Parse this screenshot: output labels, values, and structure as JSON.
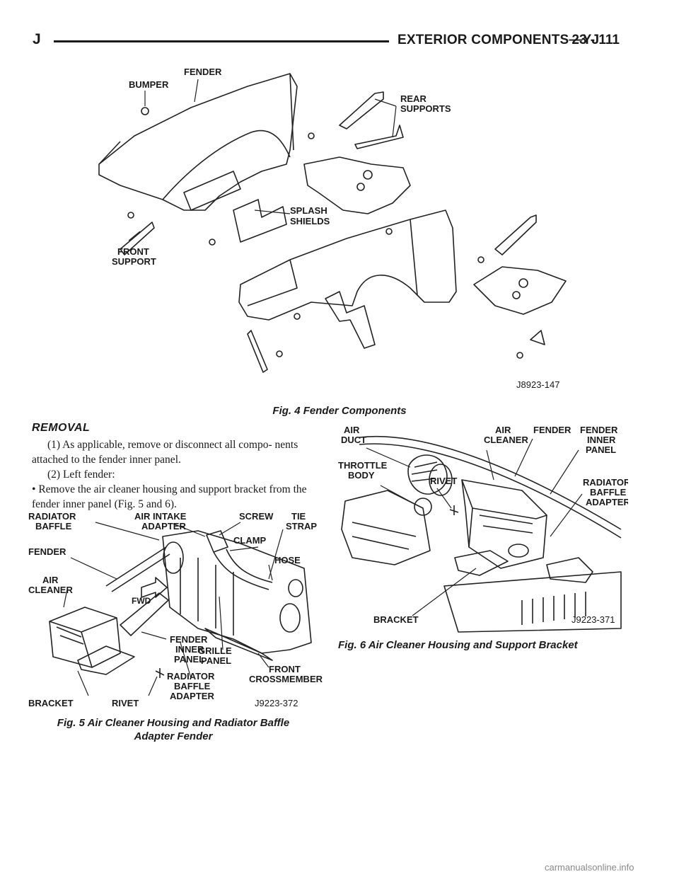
{
  "header": {
    "letter": "J",
    "title": "EXTERIOR COMPONENTS—YJ",
    "page": "23 - 111"
  },
  "fig4": {
    "labels": {
      "bumper": "BUMPER",
      "fender": "FENDER",
      "rear_1": "REAR",
      "rear_2": "SUPPORTS",
      "splash_1": "SPLASH",
      "splash_2": "SHIELDS",
      "front_1": "FRONT",
      "front_2": "SUPPORT",
      "code": "J8923-147"
    },
    "caption": "Fig. 4 Fender Components"
  },
  "removal": {
    "heading": "REMOVAL",
    "step1": "(1) As applicable, remove or disconnect all compo- nents attached to the fender inner panel.",
    "step2": "(2) Left fender:",
    "bullet_symbol": "•",
    "bullet": "Remove the air cleaner housing and support bracket from the fender inner panel (Fig. 5 and 6)."
  },
  "fig5": {
    "labels": {
      "rad_baffle_1": "RADIATOR",
      "rad_baffle_2": "BAFFLE",
      "air_intake_1": "AIR INTAKE",
      "air_intake_2": "ADAPTER",
      "screw": "SCREW",
      "tie_1": "TIE",
      "tie_2": "STRAP",
      "clamp": "CLAMP",
      "fender": "FENDER",
      "hose": "HOSE",
      "air_cl_1": "AIR",
      "air_cl_2": "CLEANER",
      "fwd": "FWD",
      "fip_1": "FENDER",
      "fip_2": "INNER",
      "fip_3": "PANEL",
      "grille_1": "GRILLE",
      "grille_2": "PANEL",
      "front_cm_1": "FRONT",
      "front_cm_2": "CROSSMEMBER",
      "rba_1": "RADIATOR",
      "rba_2": "BAFFLE",
      "rba_3": "ADAPTER",
      "bracket": "BRACKET",
      "rivet": "RIVET",
      "code": "J9223-372"
    },
    "caption_1": "Fig. 5 Air Cleaner Housing and Radiator Baffle",
    "caption_2": "Adapter Fender"
  },
  "fig6": {
    "labels": {
      "air_duct_1": "AIR",
      "air_duct_2": "DUCT",
      "air_cl_1": "AIR",
      "air_cl_2": "CLEANER",
      "fender": "FENDER",
      "fip_1": "FENDER",
      "fip_2": "INNER",
      "fip_3": "PANEL",
      "throttle_1": "THROTTLE",
      "throttle_2": "BODY",
      "rivet": "RIVET",
      "rba_1": "RADIATOR",
      "rba_2": "BAFFLE",
      "rba_3": "ADAPTER",
      "bracket": "BRACKET",
      "code": "J9223-371"
    },
    "caption": "Fig. 6 Air Cleaner Housing and Support Bracket"
  },
  "watermark": "carmanualsonline.info"
}
